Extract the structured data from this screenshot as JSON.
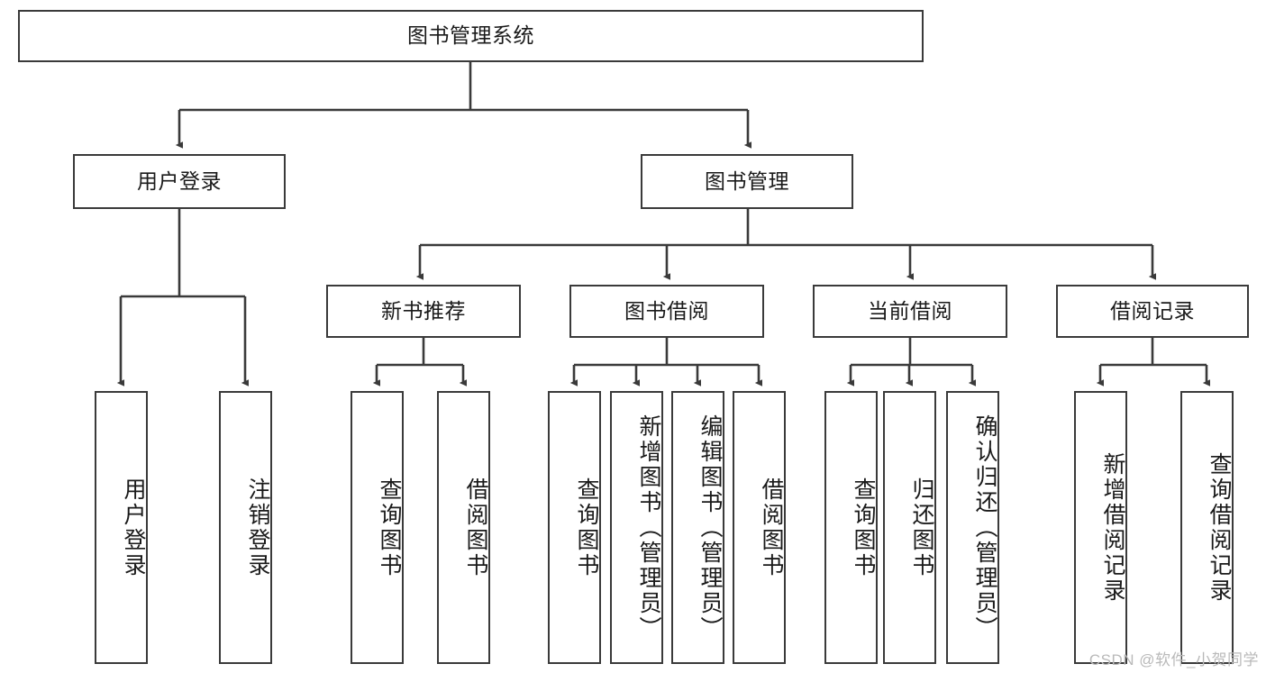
{
  "diagram": {
    "title": "图书管理系统",
    "type": "tree-hierarchy-functional-structure",
    "colors": {
      "box_border": "#3a3a3a",
      "box_fill": "#ffffff",
      "edge": "#3a3a3a",
      "text": "#1a1a1a",
      "watermark": "#b9b9b9"
    },
    "root": {
      "label": "图书管理系统"
    },
    "level2": [
      {
        "label": "用户登录"
      },
      {
        "label": "图书管理"
      }
    ],
    "level3": [
      {
        "label": "新书推荐"
      },
      {
        "label": "图书借阅"
      },
      {
        "label": "当前借阅"
      },
      {
        "label": "借阅记录"
      }
    ],
    "leaves": {
      "user_login": [
        {
          "label": "用户登录"
        },
        {
          "label": "注销登录"
        }
      ],
      "new_book_recommend": [
        {
          "label": "查询图书"
        },
        {
          "label": "借阅图书"
        }
      ],
      "book_borrow": [
        {
          "label": "查询图书"
        },
        {
          "label": "新增图书（管理员）"
        },
        {
          "label": "编辑图书（管理员）"
        },
        {
          "label": "借阅图书"
        }
      ],
      "current_borrow": [
        {
          "label": "查询图书"
        },
        {
          "label": "归还图书"
        },
        {
          "label": "确认归还（管理员）"
        }
      ],
      "borrow_record": [
        {
          "label": "新增借阅记录"
        },
        {
          "label": "查询借阅记录"
        }
      ]
    }
  },
  "watermark": {
    "text": "CSDN @软件_小贺同学"
  }
}
